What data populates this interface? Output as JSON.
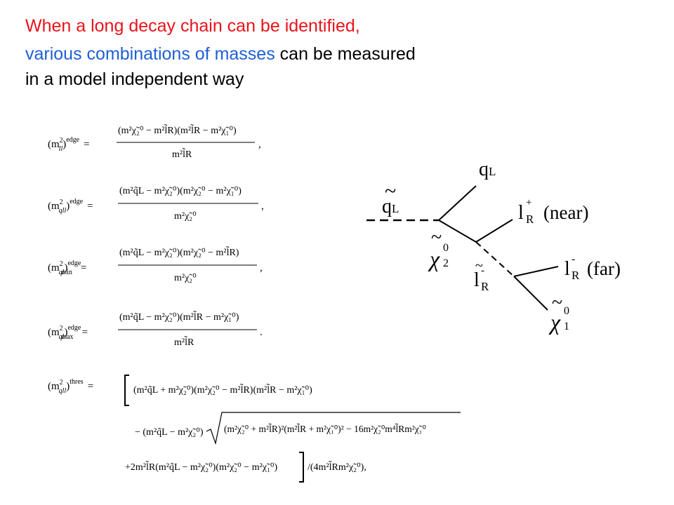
{
  "colors": {
    "red": "#e8141b",
    "blue": "#1f5fd6",
    "text": "#000000"
  },
  "heading": {
    "line1": "When a long decay chain can be identified,",
    "line2_blue": "various combinations of masses",
    "line2_rest": " can be measured",
    "line3": "in a model independent way"
  },
  "equations": [
    {
      "lhs_base": "(m",
      "lhs_sub": "ll",
      "lhs_sup": "2",
      "lhs_tail": ")",
      "lhs_label": "edge",
      "numerator": "(m²χ̃₂⁰ − m²l̃R)(m²l̃R − m²χ̃₁⁰)",
      "denominator": "m²l̃R",
      "end": ","
    },
    {
      "lhs_base": "(m",
      "lhs_sub": "qll",
      "lhs_sup": "2",
      "lhs_tail": ")",
      "lhs_label": "edge",
      "numerator": "(m²q̃L − m²χ̃₂⁰)(m²χ̃₂⁰ − m²χ̃₁⁰)",
      "denominator": "m²χ̃₂⁰",
      "end": ","
    },
    {
      "lhs_base": "(m",
      "lhs_sub": "ql",
      "lhs_sup": "2",
      "lhs_tail": ")",
      "lhs_label": "edge",
      "lhs_label_low": "min",
      "numerator": "(m²q̃L − m²χ̃₂⁰)(m²χ̃₂⁰ − m²l̃R)",
      "denominator": "m²χ̃₂⁰",
      "end": ","
    },
    {
      "lhs_base": "(m",
      "lhs_sub": "ql",
      "lhs_sup": "2",
      "lhs_tail": ")",
      "lhs_label": "edge",
      "lhs_label_low": "max",
      "numerator": "(m²q̃L − m²χ̃₂⁰)(m²l̃R − m²χ̃₁⁰)",
      "denominator": "m²l̃R",
      "end": "."
    }
  ],
  "threshold": {
    "lhs_base": "(m",
    "lhs_sub": "qll",
    "lhs_sup": "2",
    "lhs_tail": ")",
    "lhs_label": "thres",
    "line1": "(m²q̃L + m²χ̃₂⁰)(m²χ̃₂⁰ − m²l̃R)(m²l̃R − m²χ̃₁⁰)",
    "line2_pre": "− (m²q̃L − m²χ̃₂⁰)",
    "line2_rad": "(m²χ̃₂⁰ + m²l̃R)²(m²l̃R + m²χ̃₁⁰)² − 16m²χ̃₂⁰m⁴l̃Rm²χ̃₁⁰",
    "line3_pre": "+2m²l̃R(m²q̃L − m²χ̃₂⁰)(m²χ̃₂⁰ − m²χ̃₁⁰)",
    "line3_post": "/(4m²l̃Rm²χ̃₂⁰),"
  },
  "decay_diagram": {
    "squark": "q",
    "squark_sub": "L",
    "quark": "q",
    "quark_sub": "L",
    "near_lepton": "l",
    "near_lepton_sup": "+",
    "near_lepton_sub": "R",
    "near_label": "(near)",
    "neutralino2": "χ",
    "neutralino2_sup": "0",
    "neutralino2_sub": "2",
    "slepton": "l",
    "slepton_sup": "-",
    "slepton_sub": "R",
    "far_lepton": "l",
    "far_lepton_sup": "-",
    "far_lepton_sub": "R",
    "far_label": "(far)",
    "neutralino1": "χ",
    "neutralino1_sup": "0",
    "neutralino1_sub": "1"
  }
}
